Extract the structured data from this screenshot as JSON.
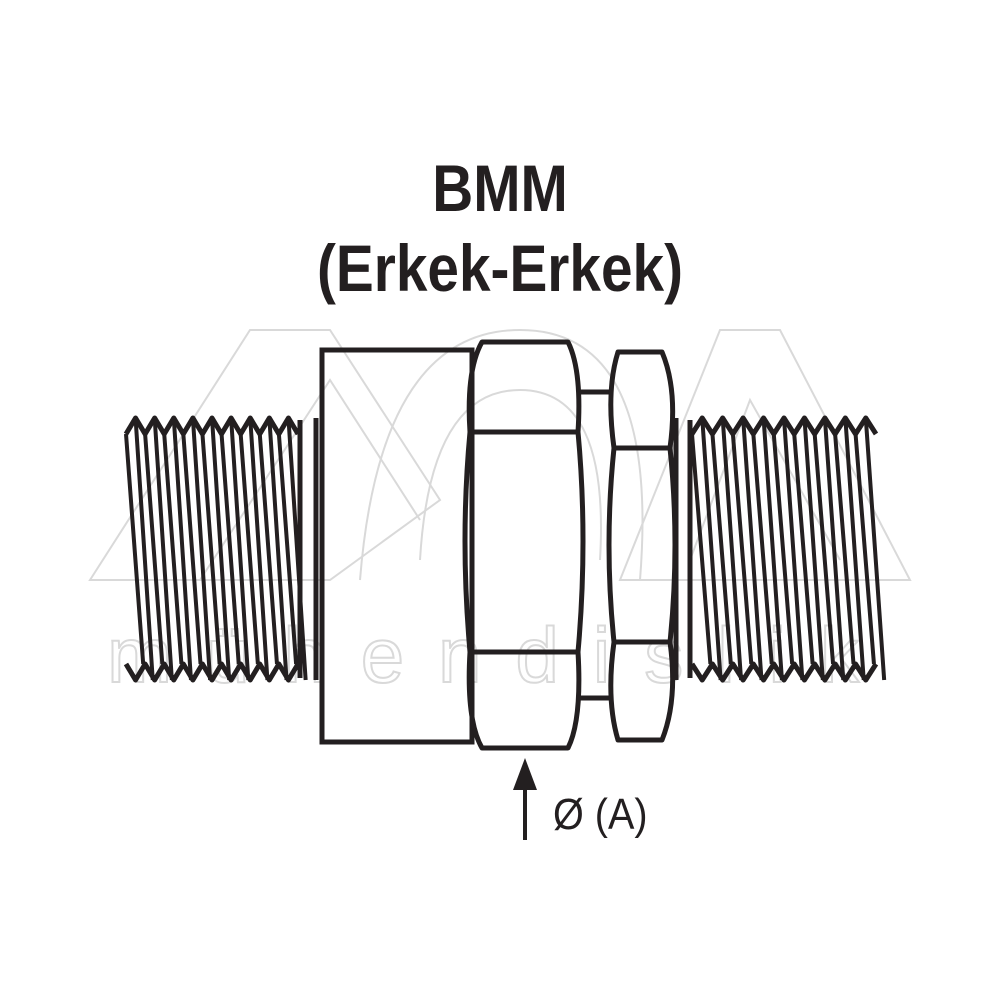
{
  "title": {
    "main": "BMM",
    "sub": "(Erkek-Erkek)"
  },
  "dimension": {
    "label": "Ø (A)"
  },
  "watermark": {
    "text": "mühendislik"
  },
  "colors": {
    "line": "#231f20",
    "background": "#ffffff",
    "watermark_stroke": "#d9d9d9"
  }
}
